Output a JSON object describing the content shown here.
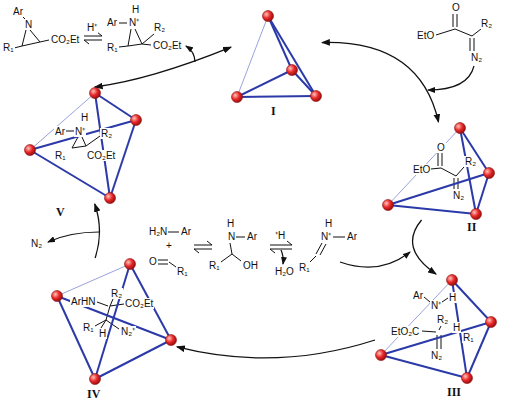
{
  "diagram": {
    "nodes": [
      {
        "text": [
          "I"
        ]
      },
      {
        "text": [
          "II",
          "O",
          "EtO",
          "R₂",
          "N₂"
        ]
      },
      {
        "text": [
          "III",
          "Ar",
          "H",
          "N⁺",
          "EtO₂C",
          "R₂",
          "H",
          "R₁",
          "N₂"
        ]
      },
      {
        "text": [
          "IV",
          "ArHN",
          "R₂",
          "CO₂Et",
          "R₁",
          "H",
          "N₂⁺"
        ]
      },
      {
        "text": [
          "V",
          "Ar",
          "H",
          "N⁺",
          "R₂",
          "R₁",
          "CO₂Et"
        ]
      }
    ],
    "edges": [
      {
        "from": 0,
        "to": 1,
        "arrow": "both"
      },
      {
        "from": 1,
        "to": 2,
        "arrow": "to"
      },
      {
        "from": 2,
        "to": 3,
        "arrow": "to"
      },
      {
        "from": 3,
        "to": 4,
        "arrow": "to"
      },
      {
        "from": 4,
        "to": 0,
        "arrow": "both"
      }
    ],
    "labels": [
      "Ar",
      "N",
      "R₁",
      "CO₂Et",
      "H⁺",
      "Ar",
      "H",
      "N⁺",
      "R₂",
      "R₁",
      "CO₂Et",
      "O",
      "EtO",
      "R₂",
      "N₂",
      "H₂N",
      "Ar",
      "+",
      "O",
      "R₁",
      "H",
      "N",
      "Ar",
      "R₁",
      "OH",
      "⁺H",
      "H₂O",
      "H",
      "N⁺",
      "Ar",
      "R₁",
      "N₂"
    ]
  }
}
